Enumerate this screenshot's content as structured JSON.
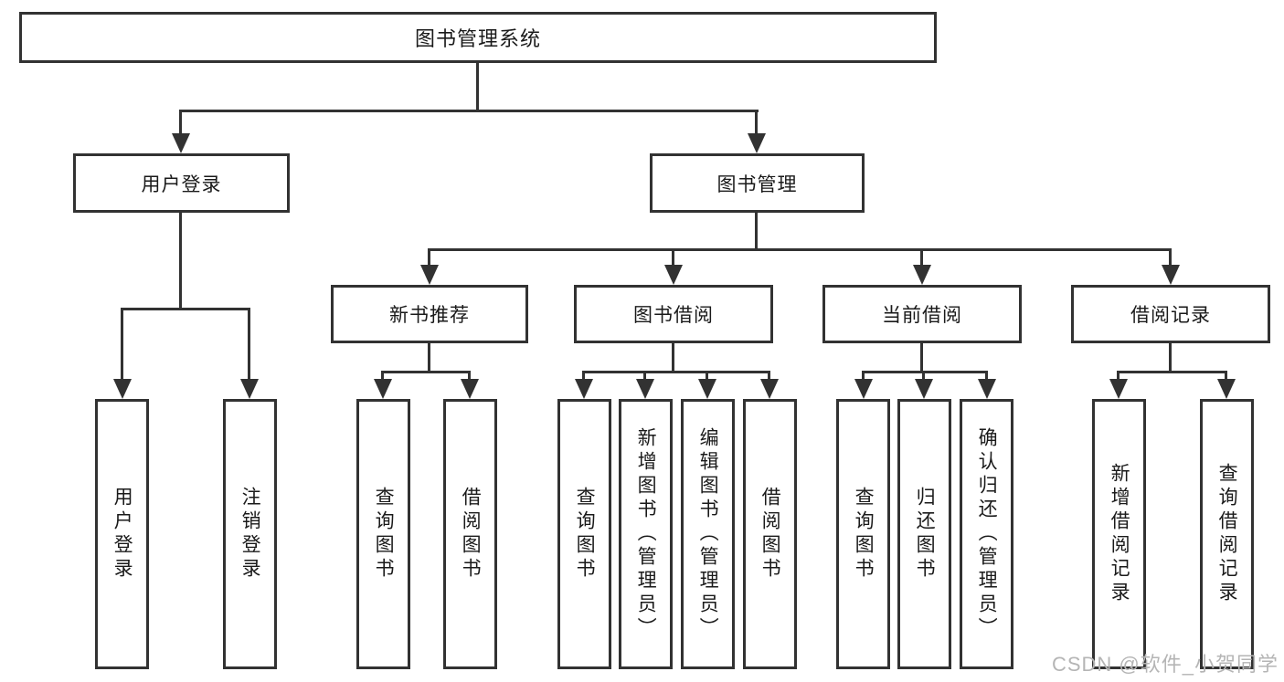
{
  "diagram": {
    "title": "图书管理系统",
    "tree": {
      "label": "图书管理系统",
      "children": [
        {
          "label": "用户登录",
          "children": [
            {
              "label": "用户登录"
            },
            {
              "label": "注销登录"
            }
          ]
        },
        {
          "label": "图书管理",
          "children": [
            {
              "label": "新书推荐",
              "children": [
                {
                  "label": "查询图书"
                },
                {
                  "label": "借阅图书"
                }
              ]
            },
            {
              "label": "图书借阅",
              "children": [
                {
                  "label": "查询图书"
                },
                {
                  "label": "新增图书（管理员）"
                },
                {
                  "label": "编辑图书（管理员）"
                },
                {
                  "label": "借阅图书"
                }
              ]
            },
            {
              "label": "当前借阅",
              "children": [
                {
                  "label": "查询图书"
                },
                {
                  "label": "归还图书"
                },
                {
                  "label": "确认归还（管理员）"
                }
              ]
            },
            {
              "label": "借阅记录",
              "children": [
                {
                  "label": "新增借阅记录"
                },
                {
                  "label": "查询借阅记录"
                }
              ]
            }
          ]
        }
      ]
    },
    "colors": {
      "line": "#323232",
      "text": "#1a1a1a",
      "watermark": "#b5b5b5",
      "background": "#ffffff"
    },
    "watermark": "CSDN @软件_小贺同学"
  }
}
